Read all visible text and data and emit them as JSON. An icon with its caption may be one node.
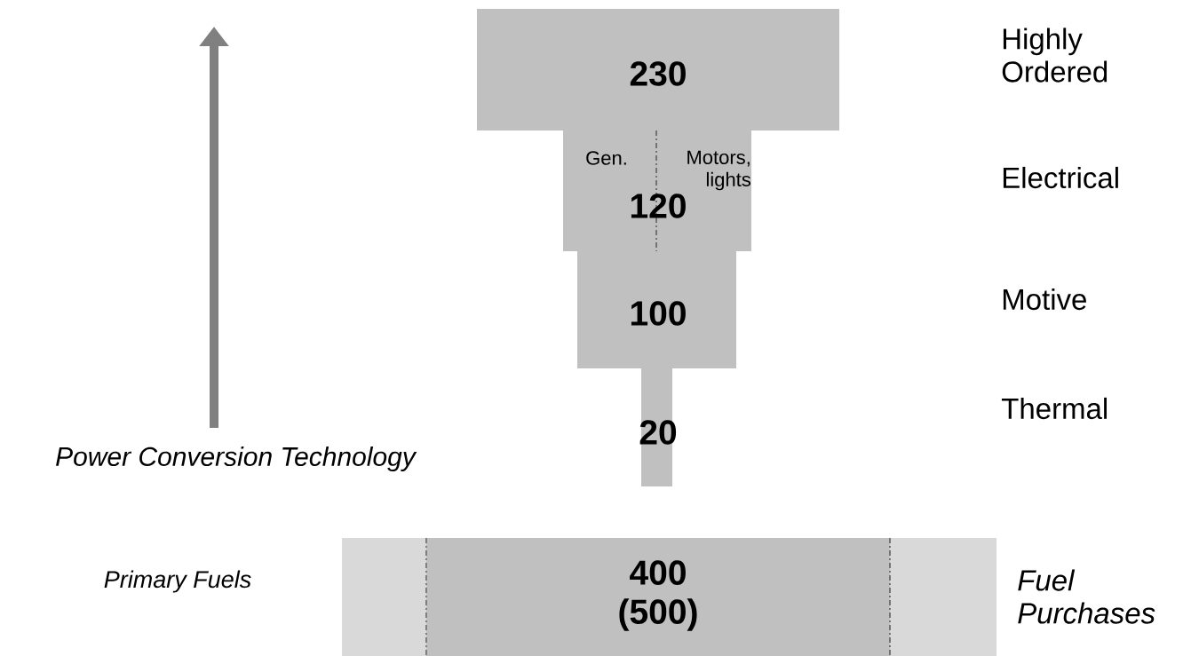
{
  "diagram": {
    "nodes": [
      {
        "text": [
          "230"
        ]
      },
      {
        "text": [
          "Gen.",
          "120",
          "Motors, lights"
        ]
      },
      {
        "text": [
          "100"
        ]
      },
      {
        "text": [
          "20"
        ]
      },
      {
        "text": [],
        "shape": "bar"
      },
      {
        "text": [
          "400 (500)"
        ],
        "in": 4
      }
    ],
    "edges": [],
    "labels": [
      "Highly Ordered",
      "Electrical",
      "Motive",
      "Thermal",
      "Power Conversion Technology",
      "Primary Fuels",
      "Fuel Purchases"
    ]
  }
}
